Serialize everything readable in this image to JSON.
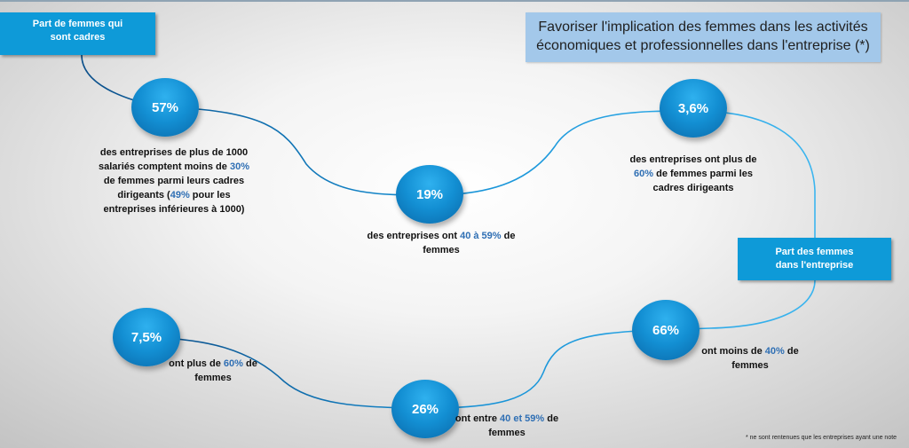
{
  "title": "Favoriser l'implication des femmes dans les activités économiques et professionnelles dans l'entreprise (*)",
  "boxes": {
    "cadres": "Part de femmes qui sont cadres",
    "entreprise": "Part des femmes dans l'entreprise"
  },
  "colors": {
    "accent": "#0e9ad8",
    "highlight": "#2f6fb4",
    "title_bg": "#a3c8ea"
  },
  "stats": [
    {
      "value": "57%",
      "parts": [
        "des entreprises de plus de 1000 salariés comptent moins de ",
        "30%",
        " de femmes parmi leurs cadres dirigeants (",
        "49%",
        " pour les entreprises inférieures à 1000)"
      ]
    },
    {
      "value": "19%",
      "parts": [
        "des entreprises ont ",
        "40 à 59%",
        " de femmes"
      ]
    },
    {
      "value": "3,6%",
      "parts": [
        "des entreprises ont plus de ",
        "60%",
        " de femmes parmi les cadres dirigeants"
      ]
    },
    {
      "value": "66%",
      "parts": [
        "ont moins de ",
        "40%",
        " de femmes"
      ]
    },
    {
      "value": "26%",
      "parts": [
        "ont entre ",
        "40 et 59%",
        " de femmes"
      ]
    },
    {
      "value": "7,5%",
      "parts": [
        "ont plus de ",
        "60%",
        " de femmes"
      ]
    }
  ],
  "footnote": "* ne sont rentenues que les entreprises ayant une note"
}
